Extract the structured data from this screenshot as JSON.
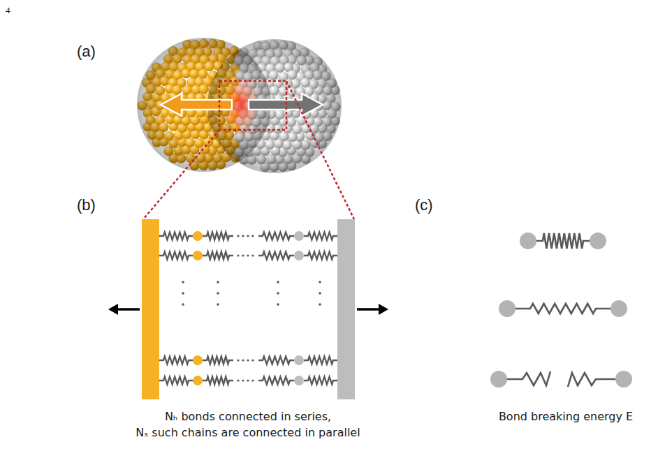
{
  "diagram": {
    "labels": [
      "4",
      "(a)",
      "(b)",
      "(c)",
      "Nₕ bonds connected in series,",
      "Nₛ such chains are connected in parallel",
      "Bond breaking energy E"
    ]
  }
}
